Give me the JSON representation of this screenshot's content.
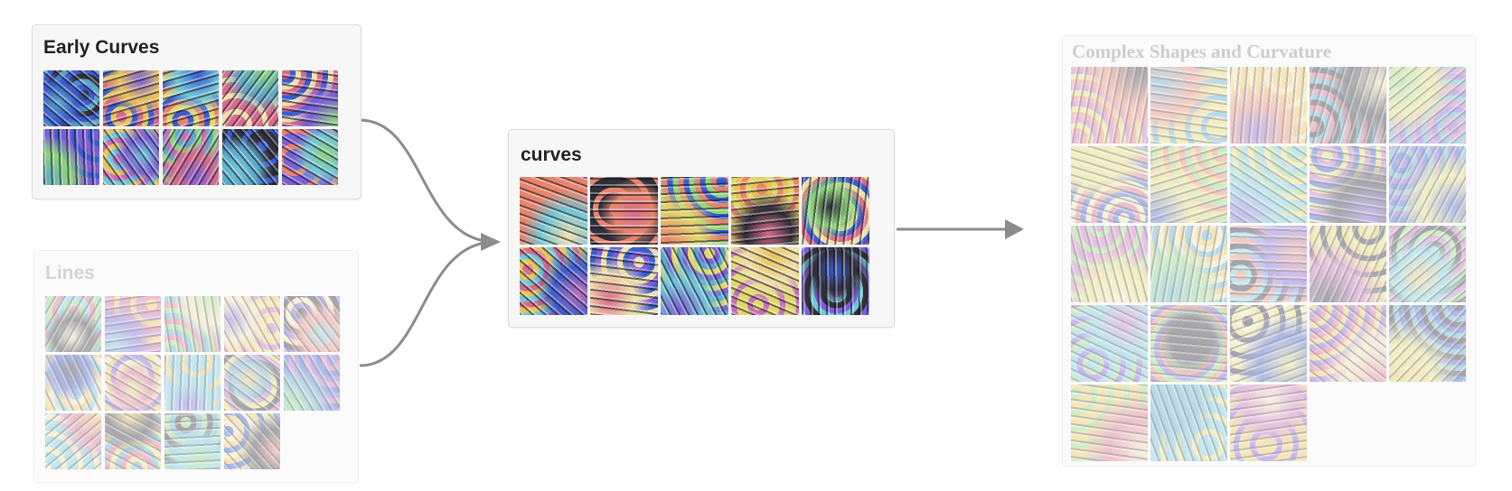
{
  "panels": {
    "early": {
      "title": "Early Curves",
      "count": 10
    },
    "lines": {
      "title": "Lines",
      "count": 14
    },
    "curves": {
      "title": "curves",
      "count": 10
    },
    "complex": {
      "title": "Complex Shapes and Curvature",
      "count": 23
    }
  },
  "colors": {
    "arrow": "#8c8c8c",
    "panel_bg": "#f7f7f8",
    "panel_border": "#dcdcdf",
    "title_active": "#222222",
    "title_faded": "#9a9aa0"
  },
  "tile_palette": [
    "#6fc7d8",
    "#e8c25a",
    "#7b5fd6",
    "#e7846c",
    "#8ed47a",
    "#3a5ccf",
    "#e2d86a",
    "#c46fb8",
    "#2f2f3a",
    "#f0e0a8",
    "#5aa8c8",
    "#d96a8a"
  ]
}
